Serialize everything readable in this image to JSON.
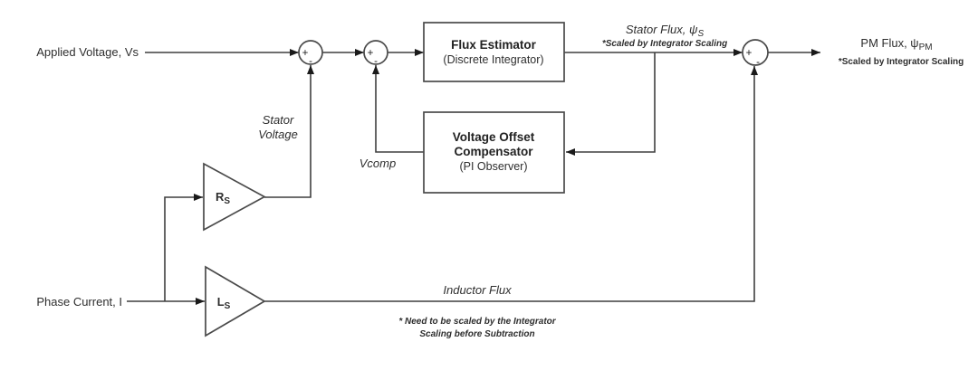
{
  "diagram": {
    "inputs": {
      "applied_voltage": "Applied Voltage, Vs",
      "phase_current": "Phase Current, I"
    },
    "blocks": {
      "flux_estimator": {
        "title": "Flux Estimator",
        "subtitle": "(Discrete Integrator)"
      },
      "voltage_offset_compensator": {
        "title_line1": "Voltage Offset",
        "title_line2": "Compensator",
        "subtitle": "(PI Observer)"
      },
      "rs_gain": {
        "label": "R",
        "sub": "S"
      },
      "ls_gain": {
        "label": "L",
        "sub": "S"
      }
    },
    "signals": {
      "stator_voltage_line1": "Stator",
      "stator_voltage_line2": "Voltage",
      "vcomp": "Vcomp",
      "inductor_flux": "Inductor Flux",
      "stator_flux_main": "Stator Flux, ψ",
      "stator_flux_sub": "S",
      "stator_flux_note": "*Scaled by Integrator Scaling",
      "pm_flux_main": "PM Flux, ψ",
      "pm_flux_sub": "PM",
      "pm_flux_note": "*Scaled by Integrator Scaling"
    },
    "sum_signs": {
      "plus": "+",
      "minus": "-"
    },
    "footnote": {
      "line1": "* Need to be scaled by the Integrator",
      "line2": "Scaling before Subtraction"
    },
    "colors": {
      "line": "#3f3f3f",
      "text": "#2e2e2e",
      "background": "#ffffff"
    }
  }
}
